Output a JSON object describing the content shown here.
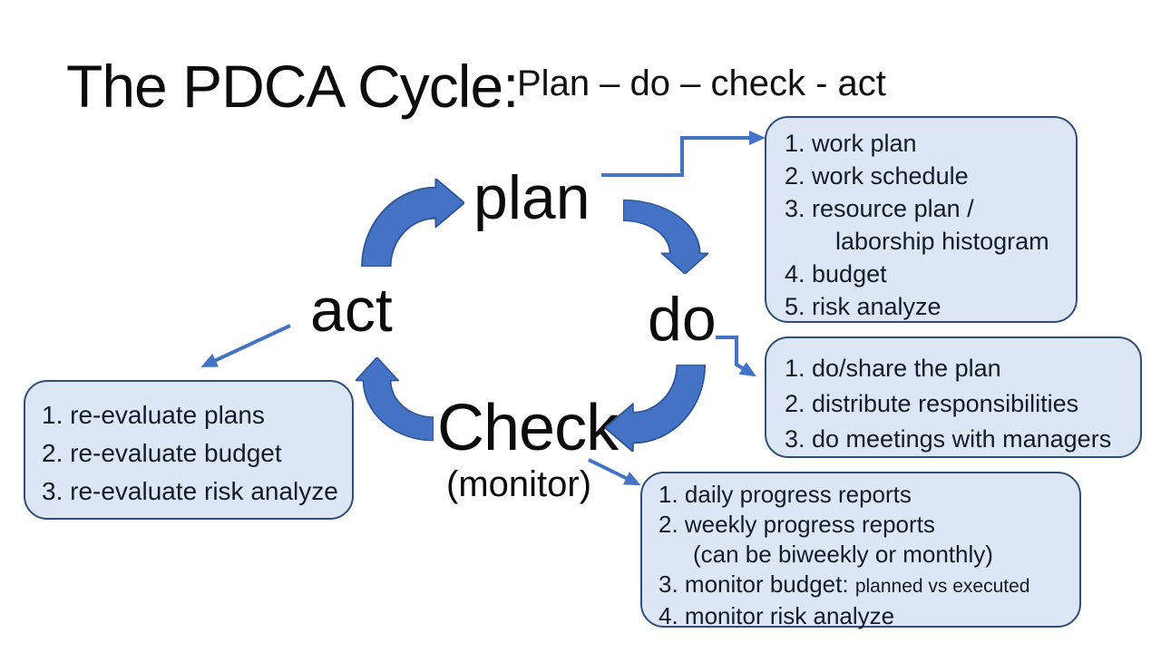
{
  "slide": {
    "title": "The PDCA Cycle:",
    "subtitle": "Plan – do – check - act"
  },
  "cycle": {
    "plan_label": "plan",
    "do_label": "do",
    "check_label": "Check",
    "check_sub_label": "(monitor)",
    "act_label": "act"
  },
  "boxes": {
    "plan_details": {
      "lines": [
        "1. work plan",
        "2. work schedule",
        "3. resource plan /",
        "laborship histogram",
        "4. budget",
        "5. risk analyze"
      ]
    },
    "do_details": {
      "lines": [
        "1. do/share the plan",
        "2. distribute responsibilities",
        "3. do meetings with managers"
      ]
    },
    "check_details": {
      "line1": "1. daily progress reports",
      "line2": "2. weekly progress reports",
      "line2_wrap": "(can be biweekly or monthly)",
      "line3_main": "3. monitor budget: ",
      "line3_small": "planned vs executed",
      "line4": "4. monitor risk analyze"
    },
    "act_details": {
      "lines": [
        "1. re-evaluate plans",
        "2. re-evaluate budget",
        "3. re-evaluate risk analyze"
      ]
    }
  },
  "colors": {
    "background": "#ffffff",
    "arrow_fill": "#4472c4",
    "arrow_outline": "#2f5597",
    "connector": "#4472c4",
    "box_fill": "#dde6f4",
    "box_border": "#2e4e79",
    "box_text": "#131c2b",
    "title_text": "#0c0c0c"
  }
}
